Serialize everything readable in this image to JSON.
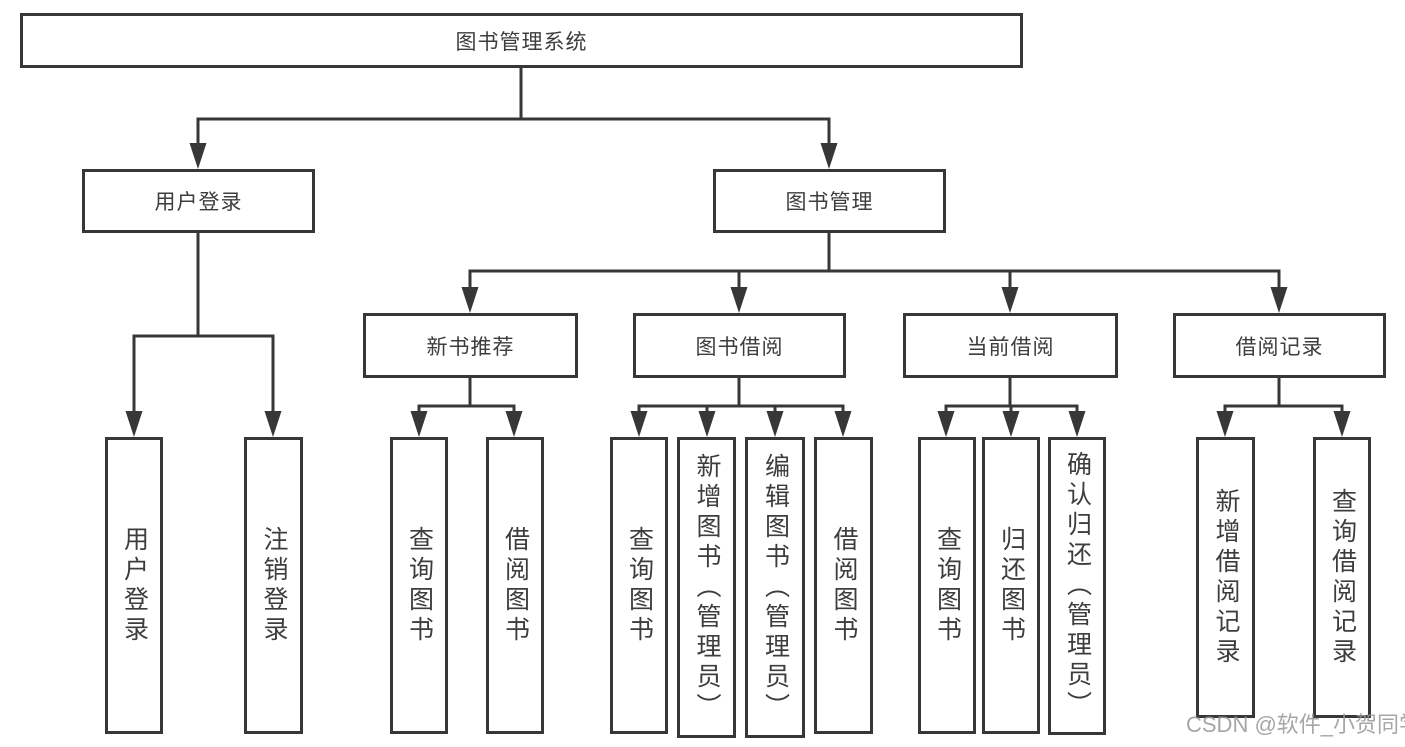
{
  "tree": {
    "root": {
      "label": "图书管理系统",
      "children": [
        {
          "label": "用户登录",
          "children": [
            {
              "label": "用户登录"
            },
            {
              "label": "注销登录"
            }
          ]
        },
        {
          "label": "图书管理",
          "children": [
            {
              "label": "新书推荐",
              "children": [
                {
                  "label": "查询图书"
                },
                {
                  "label": "借阅图书"
                }
              ]
            },
            {
              "label": "图书借阅",
              "children": [
                {
                  "label": "查询图书"
                },
                {
                  "label": "新增图书（管理员）"
                },
                {
                  "label": "编辑图书（管理员）"
                },
                {
                  "label": "借阅图书"
                }
              ]
            },
            {
              "label": "当前借阅",
              "children": [
                {
                  "label": "查询图书"
                },
                {
                  "label": "归还图书"
                },
                {
                  "label": "确认归还（管理员）"
                }
              ]
            },
            {
              "label": "借阅记录",
              "children": [
                {
                  "label": "新增借阅记录"
                },
                {
                  "label": "查询借阅记录"
                }
              ]
            }
          ]
        }
      ]
    }
  },
  "watermark": {
    "text": "CSDN @软件_小贺同学"
  },
  "colors": {
    "line": "#373737",
    "text": "#3d3d3d",
    "watermark": "#969696",
    "background": "#ffffff"
  }
}
